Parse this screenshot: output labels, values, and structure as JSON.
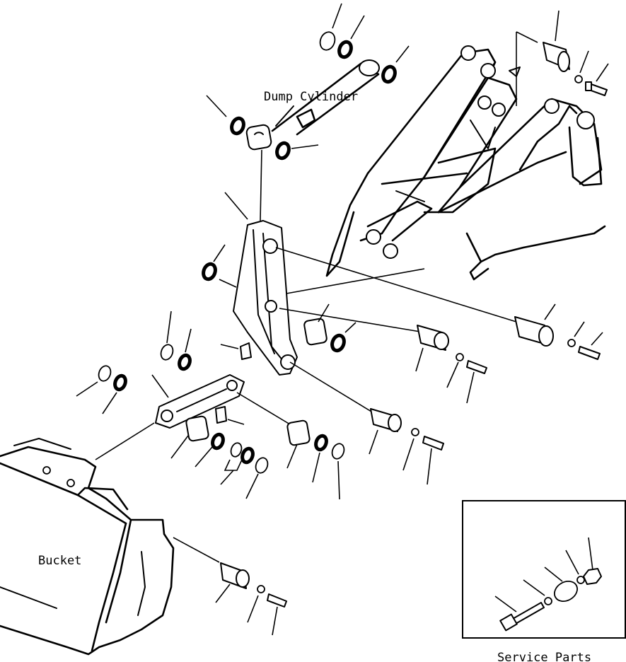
{
  "labels": {
    "dump_cylinder": "Dump Cylinder",
    "bucket": "Bucket",
    "service_parts": "Service Parts"
  }
}
